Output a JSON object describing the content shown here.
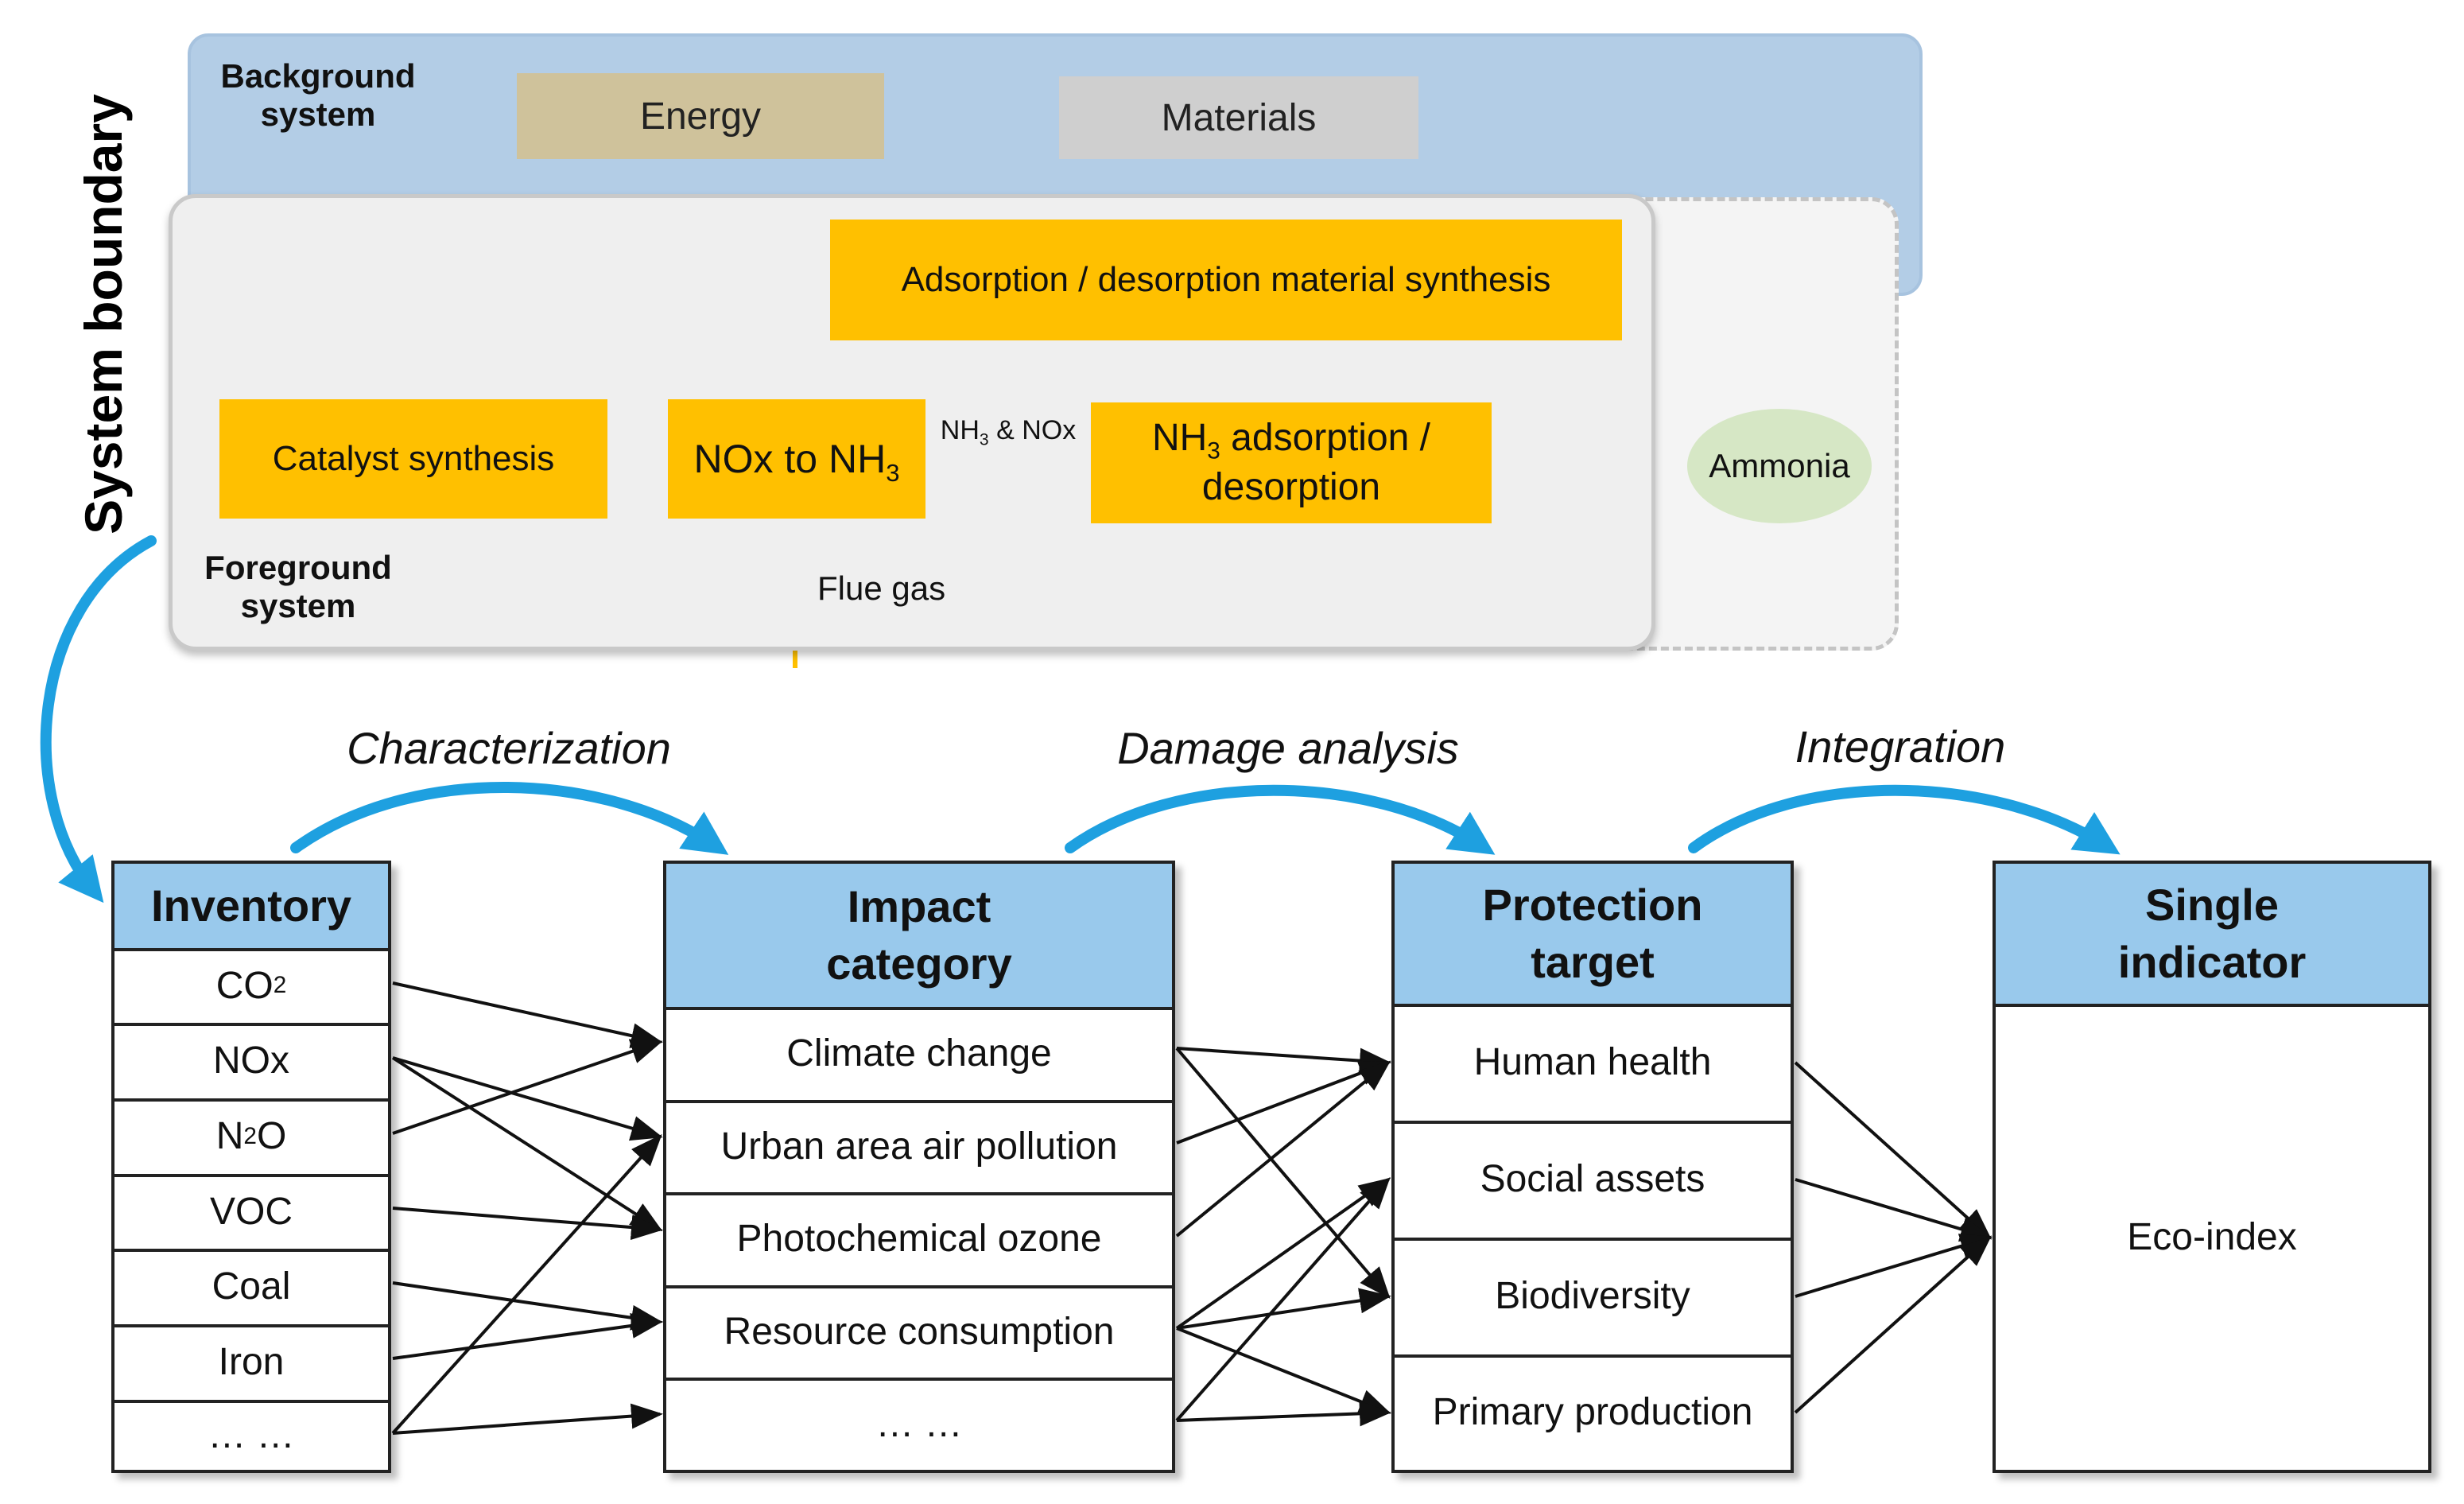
{
  "system_boundary": {
    "title": "System boundary",
    "background_system_label": "Background system",
    "foreground_system_label": "Foreground system"
  },
  "background": {
    "energy": "Energy",
    "materials": "Materials"
  },
  "foreground": {
    "adsorption_synthesis": "Adsorption / desorption material synthesis",
    "catalyst_synthesis": "Catalyst synthesis",
    "nox_to_nh3": {
      "pre": "NOx to NH",
      "sub": "3"
    },
    "nh3_nox_label": {
      "pre": "NH",
      "sub": "3",
      "post": " & NOx"
    },
    "nh3_adsorption": {
      "pre": "NH",
      "sub": "3",
      "post": " adsorption /",
      "line2": "desorption"
    },
    "ammonia": "Ammonia",
    "flue_gas": "Flue gas"
  },
  "steps": {
    "characterization": "Characterization",
    "damage_analysis": "Damage analysis",
    "integration": "Integration"
  },
  "tables": {
    "inventory": {
      "header": "Inventory",
      "items": [
        {
          "pre": "CO",
          "sub": "2",
          "post": ""
        },
        {
          "pre": "NOx",
          "sub": "",
          "post": ""
        },
        {
          "pre": "N",
          "sub": "2",
          "post": "O"
        },
        {
          "pre": "VOC",
          "sub": "",
          "post": ""
        },
        {
          "pre": "Coal",
          "sub": "",
          "post": ""
        },
        {
          "pre": "Iron",
          "sub": "",
          "post": ""
        },
        {
          "pre": "… …",
          "sub": "",
          "post": ""
        }
      ]
    },
    "impact": {
      "header": [
        "Impact",
        "category"
      ],
      "items": [
        "Climate change",
        "Urban area air pollution",
        "Photochemical ozone",
        "Resource consumption",
        "… …"
      ]
    },
    "protection": {
      "header": [
        "Protection",
        "target"
      ],
      "items": [
        "Human health",
        "Social assets",
        "Biodiversity",
        "Primary production"
      ]
    },
    "single": {
      "header": [
        "Single",
        "indicator"
      ],
      "items": [
        "Eco-index"
      ]
    }
  },
  "colors": {
    "orange": "#ffc000",
    "blue_arrow": "#1ea0e0",
    "header_blue": "#99c9ec",
    "background_panel": "#b3cde6"
  }
}
